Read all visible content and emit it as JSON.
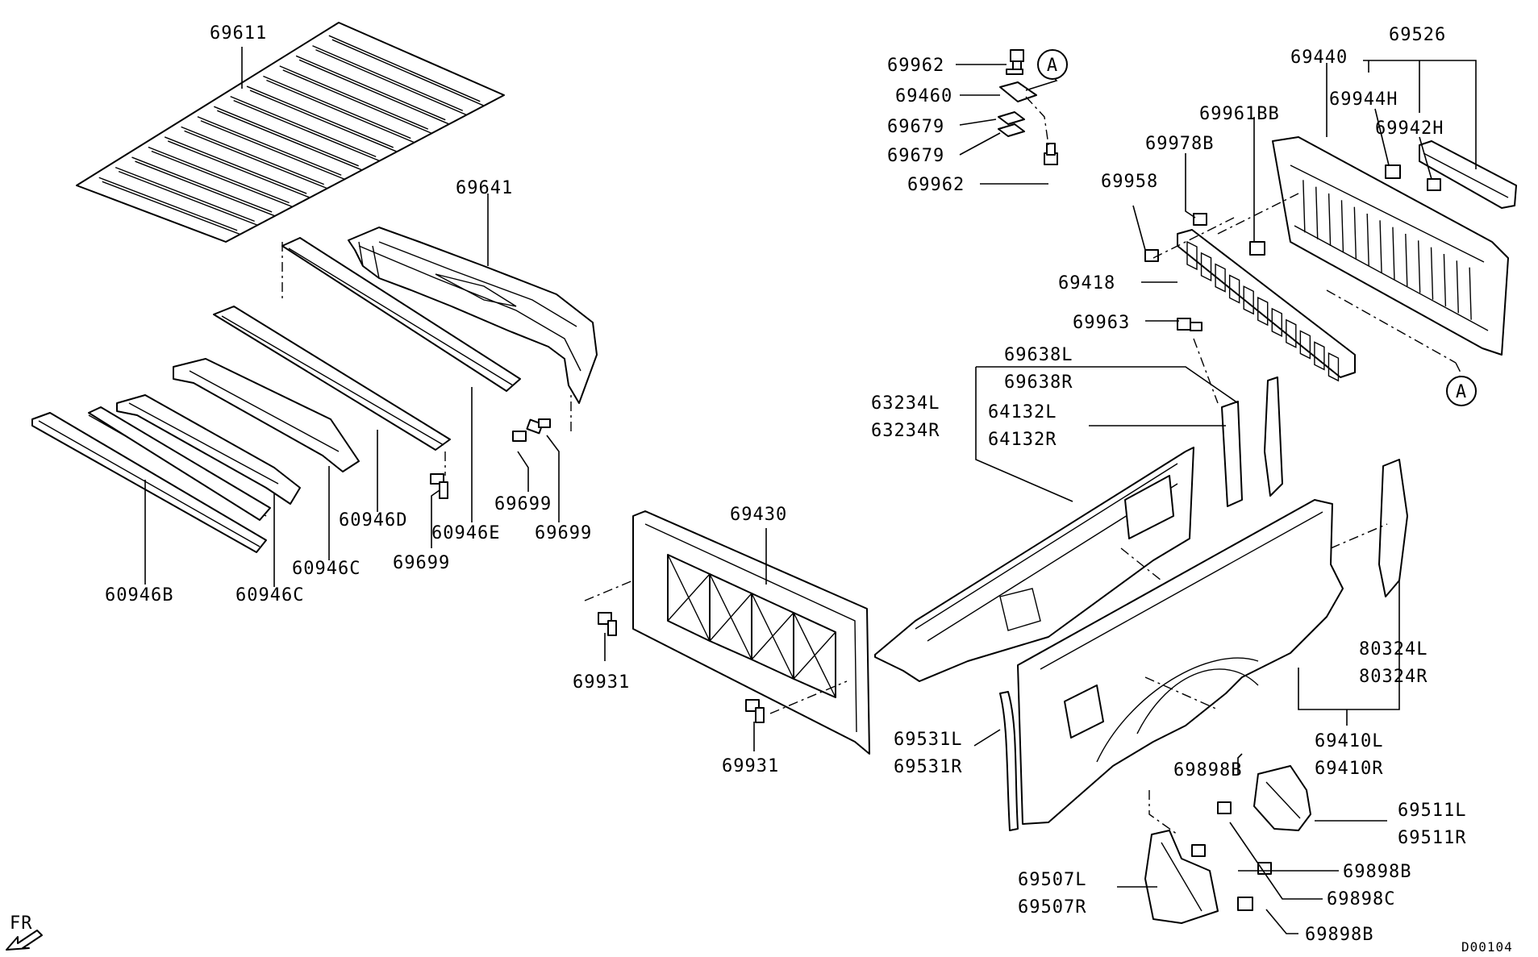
{
  "diagram": {
    "callouts": [
      {
        "id": "69611",
        "text": "69611"
      },
      {
        "id": "69641",
        "text": "69641"
      },
      {
        "id": "60946D",
        "text": "60946D"
      },
      {
        "id": "60946E",
        "text": "60946E"
      },
      {
        "id": "60946C_a",
        "text": "60946C"
      },
      {
        "id": "60946C_b",
        "text": "60946C"
      },
      {
        "id": "60946B",
        "text": "60946B"
      },
      {
        "id": "69699_a",
        "text": "69699"
      },
      {
        "id": "69699_b",
        "text": "69699"
      },
      {
        "id": "69699_c",
        "text": "69699"
      },
      {
        "id": "69962_a",
        "text": "69962"
      },
      {
        "id": "69460",
        "text": "69460"
      },
      {
        "id": "69679_a",
        "text": "69679"
      },
      {
        "id": "69679_b",
        "text": "69679"
      },
      {
        "id": "69962_b",
        "text": "69962"
      },
      {
        "id": "A_top",
        "text": "A"
      },
      {
        "id": "69440",
        "text": "69440"
      },
      {
        "id": "69526",
        "text": "69526"
      },
      {
        "id": "69944H",
        "text": "69944H"
      },
      {
        "id": "69942H",
        "text": "69942H"
      },
      {
        "id": "69961BB",
        "text": "69961BB"
      },
      {
        "id": "69978B",
        "text": "69978B"
      },
      {
        "id": "69958",
        "text": "69958"
      },
      {
        "id": "69418",
        "text": "69418"
      },
      {
        "id": "A_bottom",
        "text": "A"
      },
      {
        "id": "69963",
        "text": "69963"
      },
      {
        "id": "69638L",
        "text": "69638L"
      },
      {
        "id": "69638R",
        "text": "69638R"
      },
      {
        "id": "63234L",
        "text": "63234L"
      },
      {
        "id": "63234R",
        "text": "63234R"
      },
      {
        "id": "64132L",
        "text": "64132L"
      },
      {
        "id": "64132R",
        "text": "64132R"
      },
      {
        "id": "69430",
        "text": "69430"
      },
      {
        "id": "69931_a",
        "text": "69931"
      },
      {
        "id": "69931_b",
        "text": "69931"
      },
      {
        "id": "80324L",
        "text": "80324L"
      },
      {
        "id": "80324R",
        "text": "80324R"
      },
      {
        "id": "69410L",
        "text": "69410L"
      },
      {
        "id": "69410R",
        "text": "69410R"
      },
      {
        "id": "69531L",
        "text": "69531L"
      },
      {
        "id": "69531R",
        "text": "69531R"
      },
      {
        "id": "69898B_a",
        "text": "69898B"
      },
      {
        "id": "69511L",
        "text": "69511L"
      },
      {
        "id": "69511R",
        "text": "69511R"
      },
      {
        "id": "69898B_b",
        "text": "69898B"
      },
      {
        "id": "69898C",
        "text": "69898C"
      },
      {
        "id": "69507L",
        "text": "69507L"
      },
      {
        "id": "69507R",
        "text": "69507R"
      },
      {
        "id": "69898B_c",
        "text": "69898B"
      }
    ],
    "front_indicator": "FR",
    "front_icon": "front-arrow-icon",
    "diagram_code": "D00104"
  }
}
